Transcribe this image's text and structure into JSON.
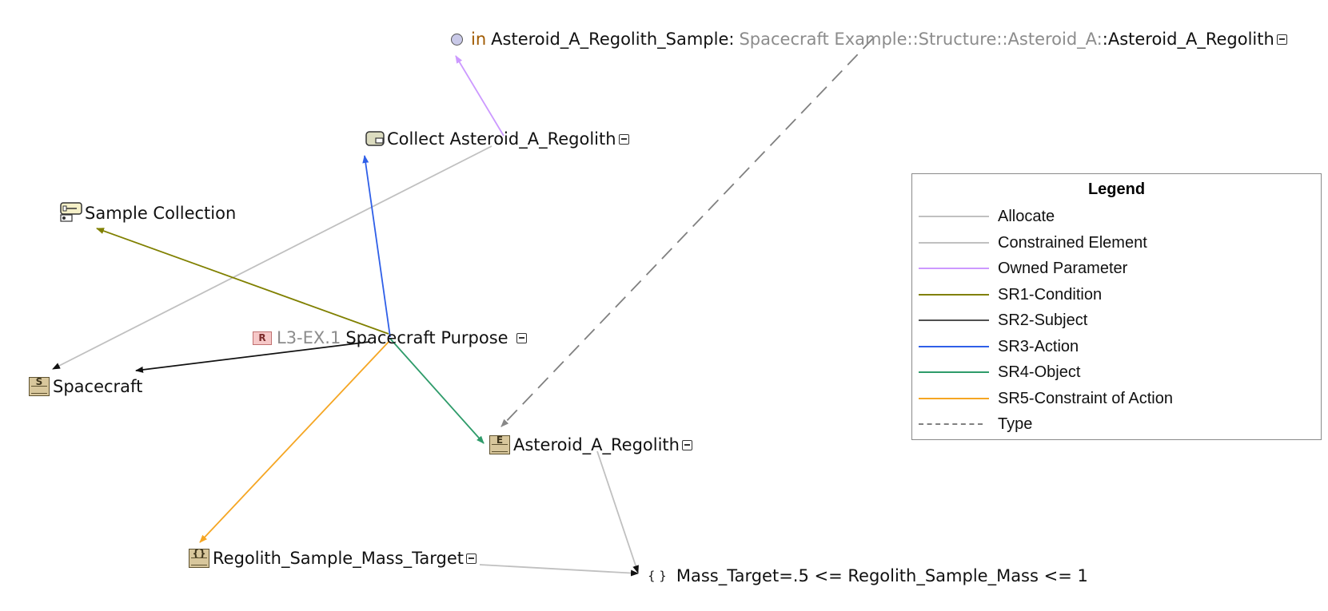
{
  "nodes": {
    "parameter": {
      "direction": "in",
      "name": "Asteroid_A_Regolith_Sample",
      "separator": ":",
      "path": "Spacecraft Example::Structure::Asteroid_A:",
      "type_name": ":Asteroid_A_Regolith"
    },
    "activity": {
      "label": "Collect Asteroid_A_Regolith"
    },
    "use_case": {
      "label": "Sample Collection"
    },
    "requirement": {
      "icon_letter": "R",
      "id": "L3-EX.1",
      "name": "Spacecraft Purpose"
    },
    "spacecraft": {
      "icon_letter": "S",
      "label": "Spacecraft"
    },
    "regolith": {
      "icon_letter": "E",
      "label": "Asteroid_A_Regolith"
    },
    "mass_target_block": {
      "icon_letter": "{}",
      "label": "Regolith_Sample_Mass_Target"
    },
    "constraint": {
      "icon": "{ }",
      "label": "Mass_Target=.5 <= Regolith_Sample_Mass <= 1"
    }
  },
  "legend": {
    "title": "Legend",
    "items": [
      {
        "label": "Allocate",
        "color": "#c0c0c0",
        "dashed": false
      },
      {
        "label": "Constrained Element",
        "color": "#c0c0c0",
        "dashed": false
      },
      {
        "label": "Owned Parameter",
        "color": "#cc99ff",
        "dashed": false
      },
      {
        "label": "SR1-Condition",
        "color": "#808000",
        "dashed": false
      },
      {
        "label": "SR2-Subject",
        "color": "#505050",
        "dashed": false
      },
      {
        "label": "SR3-Action",
        "color": "#2f5fe8",
        "dashed": false
      },
      {
        "label": "SR4-Object",
        "color": "#2e9b6a",
        "dashed": false
      },
      {
        "label": "SR5-Constraint of Action",
        "color": "#f5a623",
        "dashed": false
      },
      {
        "label": "Type",
        "color": "#808080",
        "dashed": true
      }
    ]
  }
}
